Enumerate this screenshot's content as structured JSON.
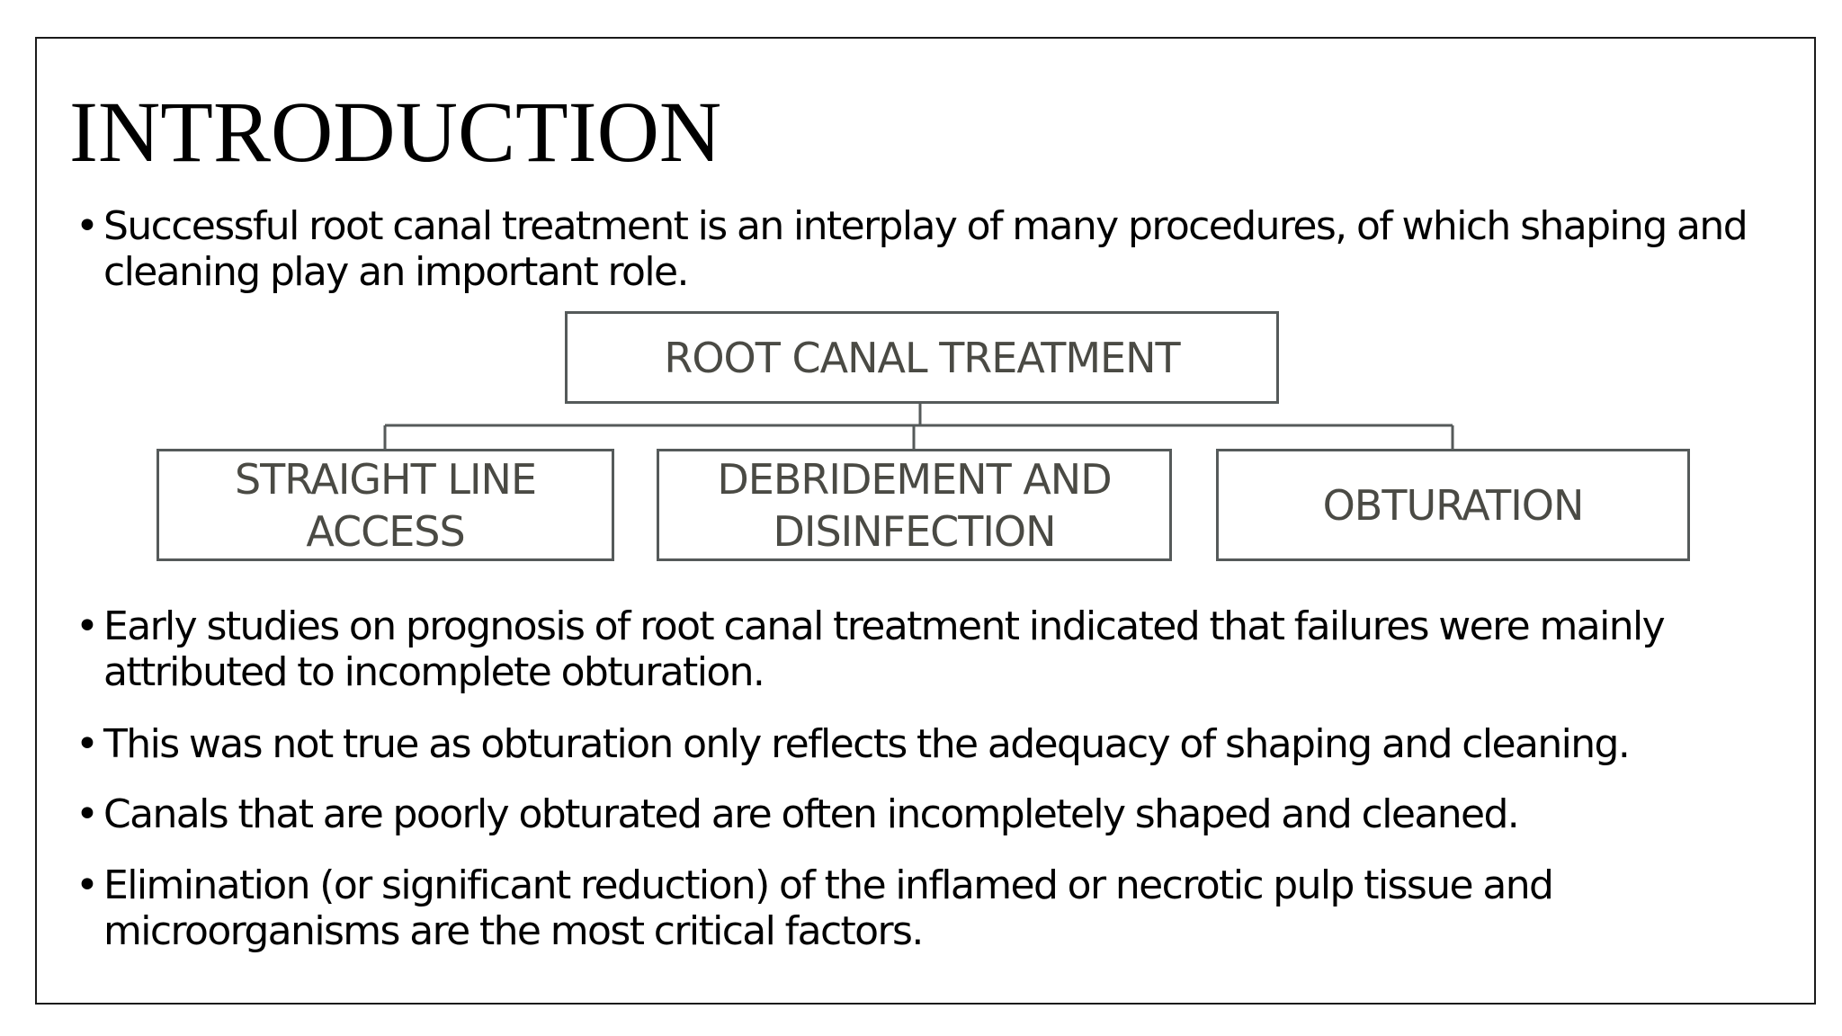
{
  "slide": {
    "title": "INTRODUCTION",
    "bullet_symbol": "•",
    "bullets": [
      "Successful root canal treatment is an interplay of many procedures, of which shaping and cleaning play an important role.",
      "Early studies on prognosis of root canal treatment indicated that failures were mainly attributed to incomplete obturation.",
      "This was not true as obturation only reflects the adequacy of shaping and cleaning.",
      "Canals that are poorly obturated are often incompletely shaped and cleaned.",
      "Elimination (or significant reduction) of the inflamed or necrotic pulp tissue and microorganisms are the most critical factors."
    ]
  },
  "diagram": {
    "root": "ROOT CANAL TREATMENT",
    "children": [
      "STRAIGHT LINE ACCESS",
      "DEBRIDEMENT AND DISINFECTION",
      "OBTURATION"
    ],
    "box_border_color": "#555a5a",
    "text_color": "#4a4a44"
  }
}
